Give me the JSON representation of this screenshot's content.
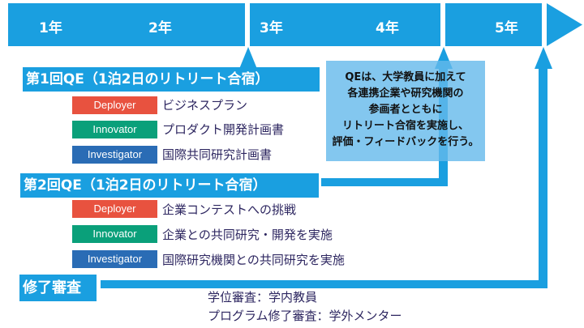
{
  "timeline": {
    "years": [
      "1年",
      "2年",
      "3年",
      "4年",
      "5年"
    ]
  },
  "qe1": {
    "title": "第1回QE（1泊2日のリトリート合宿）",
    "items": [
      {
        "role": "Deployer",
        "text": "ビジネスプラン"
      },
      {
        "role": "Innovator",
        "text": "プロダクト開発計画書"
      },
      {
        "role": "Investigator",
        "text": "国際共同研究計画書"
      }
    ]
  },
  "qe2": {
    "title": "第2回QE（1泊2日のリトリート合宿）",
    "items": [
      {
        "role": "Deployer",
        "text": "企業コンテストへの挑戦"
      },
      {
        "role": "Innovator",
        "text": "企業との共同研究・開発を実施"
      },
      {
        "role": "Investigator",
        "text": "国際研究機関との共同研究を実施"
      }
    ]
  },
  "info": {
    "lines": [
      "QEは、大学教員に加えて",
      "各連携企業や研究機関の",
      "参画者とともに",
      "リトリート合宿を実施し、",
      "評価・フィードバックを行う。"
    ]
  },
  "final": {
    "title": "修了審査",
    "lines": [
      "学位審査：学内教員",
      "プログラム修了審査：学外メンター"
    ]
  },
  "colors": {
    "accent": "#1a9fe0",
    "deployer": "#e8523f",
    "innovator": "#0aa07a",
    "investigator": "#2a6cb5"
  }
}
